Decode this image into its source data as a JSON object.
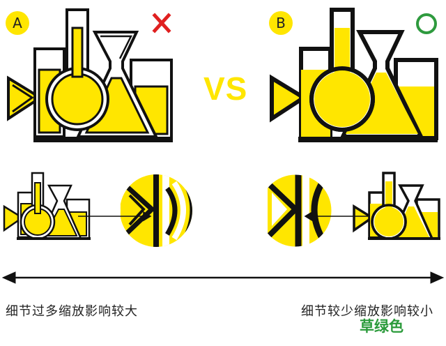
{
  "option_a": {
    "label": "A",
    "verdict_icon": "cross-icon"
  },
  "option_b": {
    "label": "B",
    "verdict_icon": "circle-check-icon"
  },
  "vs_text": "VS",
  "caption_left": "细节过多缩放影响较大",
  "caption_right": "细节较少缩放影响较小",
  "watermark": "草绿色",
  "colors": {
    "yellow": "#FFE600",
    "black": "#111111",
    "cross": "#E02020",
    "circle": "#2E9A3E"
  }
}
